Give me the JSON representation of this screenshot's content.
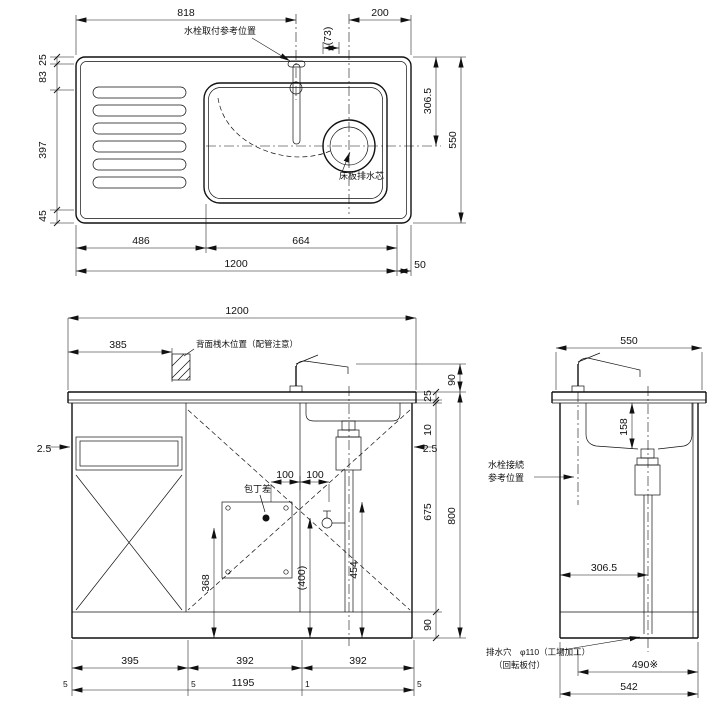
{
  "drawing": {
    "top_view": {
      "dims": {
        "w818": "818",
        "w200": "200",
        "w73": "(73)",
        "h25": "25",
        "h83": "83",
        "h397": "397",
        "h45": "45",
        "h306_5": "306.5",
        "h550": "550",
        "w486": "486",
        "w664": "664",
        "w1200": "1200",
        "w50": "50"
      },
      "labels": {
        "faucet": "水栓取付参考位置",
        "drain": "床板排水芯"
      }
    },
    "front_view": {
      "dims": {
        "w1200": "1200",
        "w385": "385",
        "t2_5_left": "2.5",
        "t2_5_right": "2.5",
        "h25": "25",
        "h90_top": "90",
        "h10": "10",
        "h675": "675",
        "h800": "800",
        "h90_bottom": "90",
        "w100a": "100",
        "w100b": "100",
        "h368": "368",
        "h400": "(400)",
        "h454": "454",
        "w395": "395",
        "w392a": "392",
        "w392b": "392",
        "w1195": "1195",
        "g5a": "5",
        "g5b": "5",
        "g1": "1",
        "g5c": "5"
      },
      "labels": {
        "back_rail": "背面桟木位置（配管注意）",
        "knife_holder": "包丁差"
      }
    },
    "side_view": {
      "dims": {
        "w550": "550",
        "h158": "158",
        "w306_5": "306.5",
        "w490": "490※",
        "w542": "542"
      },
      "labels": {
        "faucet_conn_1": "水栓接続",
        "faucet_conn_2": "参考位置",
        "drain_hole_1": "排水穴　φ110（工場加工）",
        "drain_hole_2": "（回転板付）"
      }
    }
  }
}
